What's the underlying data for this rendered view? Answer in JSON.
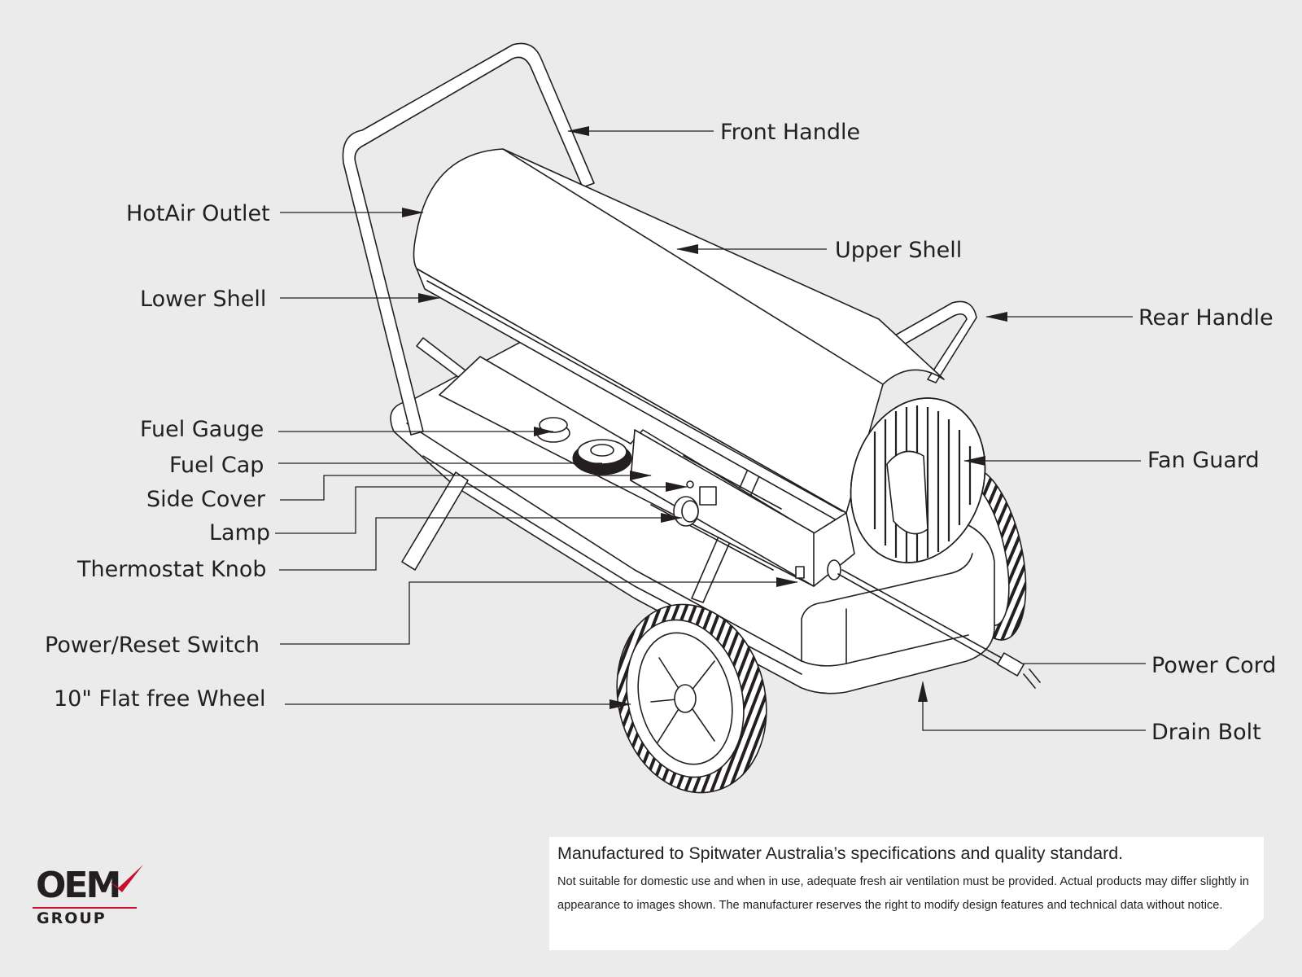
{
  "labels": {
    "front_handle": "Front Handle",
    "hot_air_outlet": "HotAir Outlet",
    "upper_shell": "Upper Shell",
    "lower_shell": "Lower Shell",
    "rear_handle": "Rear Handle",
    "fuel_gauge": "Fuel Gauge",
    "fuel_cap": "Fuel Cap",
    "side_cover": "Side Cover",
    "lamp": "Lamp",
    "thermostat_knob": "Thermostat Knob",
    "fan_guard": "Fan Guard",
    "power_reset_switch": "Power/Reset Switch",
    "wheel": "10\" Flat free Wheel",
    "power_cord": "Power Cord",
    "drain_bolt": "Drain Bolt"
  },
  "notice": {
    "title": "Manufactured to Spitwater Australia’s specifications and quality standard.",
    "body": "Not suitable for domestic use and when in use, adequate fresh air ventilation must be provided. Actual products may differ slightly in appearance to images shown.  The manufacturer reserves the right to modify design features and technical data without notice."
  },
  "logo": {
    "main": "OEM",
    "sub": "GROUP",
    "accent_color": "#c8102e"
  },
  "colors": {
    "background": "#ebebeb",
    "ink": "#231f20"
  }
}
